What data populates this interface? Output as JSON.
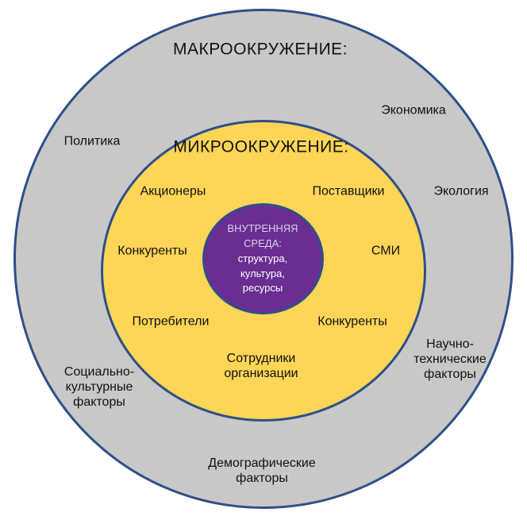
{
  "colors": {
    "macro_fill": "#c8c8c8",
    "micro_fill": "#fdd557",
    "inner_fill": "#6a2d92",
    "ring_stroke": "#2e4f88",
    "text": "#111111"
  },
  "macro": {
    "title": "МАКРООКРУЖЕНИЕ:",
    "factors": {
      "politics": "Политика",
      "economy": "Экономика",
      "ecology": "Экология",
      "scitech_line1": "Научно-",
      "scitech_line2": "технические",
      "scitech_line3": "факторы",
      "social_line1": "Социально-",
      "social_line2": "культурные",
      "social_line3": "факторы",
      "demo_line1": "Демографические",
      "demo_line2": "факторы"
    }
  },
  "micro": {
    "title": "МИКРООКРУЖЕНИЕ:",
    "factors": {
      "shareholders": "Акционеры",
      "suppliers": "Поставщики",
      "competitors_left": "Конкуренты",
      "media": "СМИ",
      "consumers": "Потребители",
      "competitors_right": "Конкуренты",
      "staff_line1": "Сотрудники",
      "staff_line2": "организации"
    }
  },
  "inner": {
    "title_line1": "ВНУТРЕННЯЯ",
    "title_line2": "СРЕДА:",
    "line3": "структура,",
    "line4": "культура,",
    "line5": "ресурсы"
  }
}
